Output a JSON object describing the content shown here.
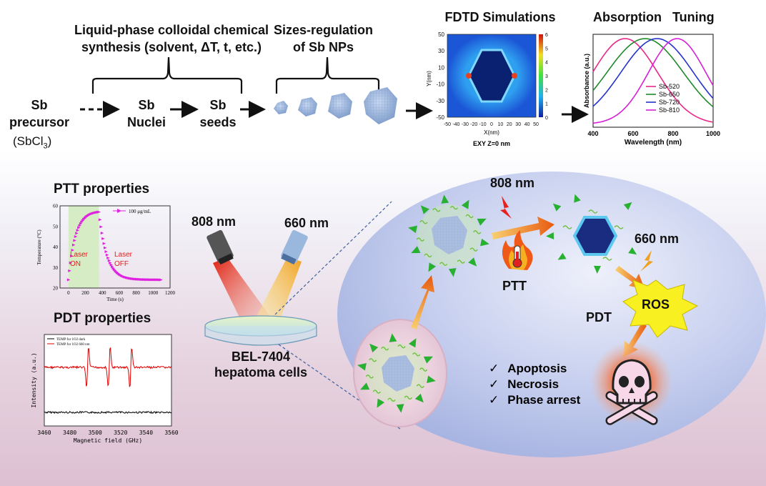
{
  "top": {
    "synthesis_line1": "Liquid-phase colloidal chemical",
    "synthesis_line2": "synthesis (solvent, ΔT, t, etc.)",
    "sizes_line1": "Sizes-regulation",
    "sizes_line2": "of Sb NPs",
    "precursor_line1": "Sb",
    "precursor_line2": "precursor",
    "precursor_formula": "(SbCl3)",
    "nuclei_line1": "Sb",
    "nuclei_line2": "Nuclei",
    "seeds_line1": "Sb",
    "seeds_line2": "seeds"
  },
  "fdtd": {
    "title": "FDTD Simulations",
    "xlabel": "X(nm)",
    "ylabel": "Y(nm)",
    "caption": "EXY Z=0 nm",
    "x_ticks": [
      "-50",
      "-40",
      "-30",
      "-20",
      "-10",
      "0",
      "10",
      "20",
      "30",
      "40",
      "50"
    ],
    "y_ticks": [
      "50",
      "30",
      "10",
      "-10",
      "-30",
      "-50"
    ],
    "colorbar_ticks": [
      "6",
      "5",
      "4",
      "3",
      "2",
      "1",
      "0"
    ]
  },
  "absorption": {
    "title": "Absorption   Tuning",
    "chart_data": {
      "type": "line",
      "xlabel": "Wavelength (nm)",
      "ylabel": "Absorbance (a.u.)",
      "xlim": [
        400,
        1000
      ],
      "x_ticks": [
        "400",
        "600",
        "800",
        "1000"
      ],
      "series": [
        {
          "name": "Sb-520",
          "color": "#e8278a",
          "peak": 560,
          "width": 340
        },
        {
          "name": "Sb-650",
          "color": "#1f8a2a",
          "peak": 660,
          "width": 400
        },
        {
          "name": "Sb-720",
          "color": "#2233cc",
          "peak": 720,
          "width": 380
        },
        {
          "name": "Sb-810",
          "color": "#d61fd6",
          "peak": 820,
          "width": 300
        }
      ]
    }
  },
  "ptt": {
    "title": "PTT properties",
    "chart_data": {
      "type": "scatter",
      "xlabel": "Time (s)",
      "ylabel": "Temperature (°C)",
      "xlim": [
        -100,
        1200
      ],
      "ylim": [
        20,
        60
      ],
      "x_ticks": [
        "0",
        "200",
        "400",
        "600",
        "800",
        "1000",
        "1200"
      ],
      "y_ticks": [
        "20",
        "30",
        "40",
        "50",
        "60"
      ],
      "legend": "100 μg/mL",
      "laser_on": "Laser ON",
      "laser_off": "Laser OFF",
      "laser_on_line1": "Laser",
      "laser_on_line2": "ON",
      "laser_off_line1": "Laser",
      "laser_off_line2": "OFF",
      "switch_time": 360
    }
  },
  "pdt": {
    "title": "PDT properties",
    "chart_data": {
      "type": "line",
      "xlabel": "Magnetic field (GHz)",
      "ylabel": "Intensity (a.u.)",
      "xlim": [
        3460,
        3560
      ],
      "x_ticks": [
        "3460",
        "3480",
        "3500",
        "3520",
        "3540",
        "3560"
      ],
      "series": [
        {
          "name": "TEMP for 1O2 dark",
          "color": "#000000"
        },
        {
          "name": "TEMP for 1O2 660 nm",
          "color": "#e00000"
        }
      ],
      "peaks": [
        3494,
        3511,
        3528
      ]
    }
  },
  "middle": {
    "laser1": "808 nm",
    "laser2": "660 nm",
    "cells_line1": "BEL-7404",
    "cells_line2": "hepatoma cells"
  },
  "mechanism": {
    "laser808": "808 nm",
    "laser660": "660 nm",
    "ptt": "PTT",
    "pdt": "PDT",
    "ros": "ROS",
    "outcomes": [
      "Apoptosis",
      "Necrosis",
      "Phase arrest"
    ],
    "check": "✓"
  }
}
